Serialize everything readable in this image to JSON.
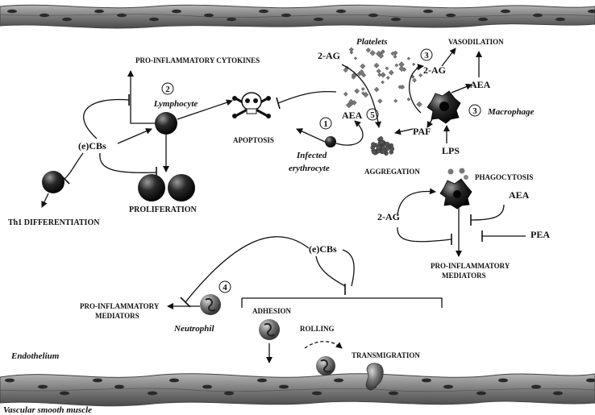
{
  "labels": {
    "pro_inflammatory_cytokines": "PRO-INFLAMMATORY CYTOKINES",
    "lymphocyte": "Lymphocyte",
    "ecbs_left": "(e)CBs",
    "th1_differentiation": "Th1 DIFFERENTIATION",
    "proliferation": "PROLIFERATION",
    "apoptosis": "APOPTOSIS",
    "infected_erythrocyte_1": "Infected",
    "infected_erythrocyte_2": "erythrocyte",
    "aea_center": "AEA",
    "two_ag_top": "2-AG",
    "platelets": "Platelets",
    "aggregation": "AGGREGATION",
    "vasodilation": "VASODILATION",
    "two_ag_right": "2-AG",
    "aea_right": "AEA",
    "macrophage": "Macrophage",
    "paf": "PAF",
    "lps": "LPS",
    "phagocytosis": "PHAGOCYTOSIS",
    "aea_phago": "AEA",
    "two_ag_lower": "2-AG",
    "pea": "PEA",
    "pro_inflammatory_mediators_right_1": "PRO-INFLAMMATORY",
    "pro_inflammatory_mediators_right_2": "MEDIATORS",
    "ecbs_center": "(e)CBs",
    "pro_inflammatory_mediators_left_1": "PRO-INFLAMMATORY",
    "pro_inflammatory_mediators_left_2": "MEDIATORS",
    "neutrophil": "Neutrophil",
    "adhesion": "ADHESION",
    "rolling": "ROLLING",
    "transmigration": "TRANSMIGRATION",
    "endothelium": "Endothelium",
    "vascular_smooth_muscle": "Vascular smooth muscle"
  },
  "step_numbers": {
    "erythrocyte": "1",
    "lymphocyte": "2",
    "platelet": "3",
    "macrophage": "3",
    "neutrophil": "4",
    "aea": "5"
  },
  "colors": {
    "cell_dark": "#1a1a1a",
    "tissue": "#8c8c8c",
    "tissue_dark": "#555555",
    "line": "#111111"
  }
}
